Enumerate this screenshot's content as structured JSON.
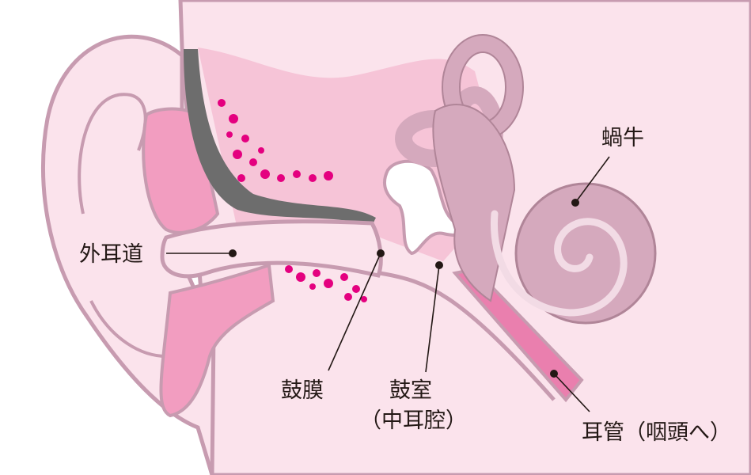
{
  "title": "耳の構造",
  "labels": {
    "cochlea": "蝸牛",
    "ear_canal": "外耳道",
    "eardrum": "鼓膜",
    "tympanic_cavity": "鼓室",
    "tympanic_cavity_sub": "（中耳腔）",
    "eustachian_tube": "耳管（咽頭へ）"
  },
  "colors": {
    "skin": "#fbe3ec",
    "outline": "#c79bb0",
    "pink": "#f4b9cf",
    "magenta": "#e4007f",
    "cochlea": "#d5a9bd",
    "bone_gray": "#6d6d6d",
    "tube": "#ea7fae"
  }
}
